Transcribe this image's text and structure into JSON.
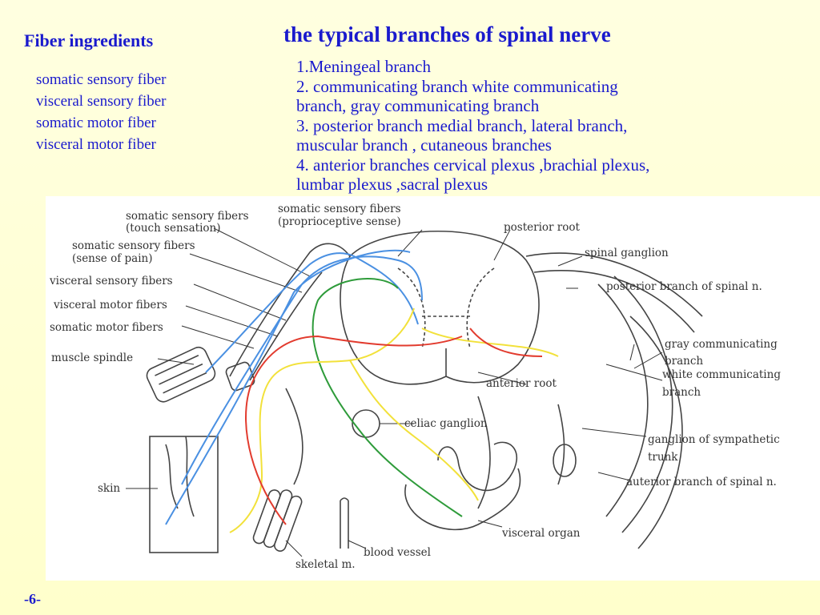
{
  "fiber_ingredients": {
    "title": "Fiber ingredients",
    "items": [
      "somatic sensory fiber",
      "visceral sensory fiber",
      "somatic motor fiber",
      "visceral motor fiber"
    ]
  },
  "branches": {
    "title": "the typical branches of spinal nerve",
    "lines": [
      "1.Meningeal branch",
      "2. communicating branch  white communicating",
      "branch, gray communicating branch",
      "3. posterior branch  medial branch, lateral branch,",
      "muscular branch , cutaneous branches",
      "4. anterior branches cervical plexus ,brachial plexus,",
      "lumbar plexus ,sacral plexus"
    ]
  },
  "diagram": {
    "labels": {
      "ss_touch_1": "somatic sensory fibers",
      "ss_touch_2": "(touch sensation)",
      "ss_pain_1": "somatic sensory fibers",
      "ss_pain_2": "(sense of pain)",
      "visceral_sensory": "visceral sensory fibers",
      "visceral_motor": "visceral motor fibers",
      "somatic_motor": "somatic motor fibers",
      "muscle_spindle": "muscle spindle",
      "skin": "skin",
      "ss_prop_1": "somatic sensory fibers",
      "ss_prop_2": "(proprioceptive sense)",
      "posterior_root": "posterior root",
      "spinal_ganglion": "spinal ganglion",
      "posterior_branch": "posterior branch of spinal n.",
      "gray_comm_1": "gray communicating",
      "gray_comm_2": "branch",
      "white_comm_1": "white communicating",
      "white_comm_2": "branch",
      "anterior_root": "anterior root",
      "celiac_ganglion": "celiac ganglion",
      "sympathetic_1": "ganglion of sympathetic",
      "sympathetic_2": "trunk",
      "anterior_branch": "auterior branch of spinal n.",
      "visceral_organ": "visceral organ",
      "blood_vessel": "blood vessel",
      "skeletal": "skeletal m."
    },
    "fiber_colors": {
      "somatic_sensory": "#4a90e2",
      "visceral_sensory": "#2e9b3a",
      "visceral_motor": "#f2e13a",
      "somatic_motor": "#e23b2e"
    }
  },
  "page_number": "-6-"
}
